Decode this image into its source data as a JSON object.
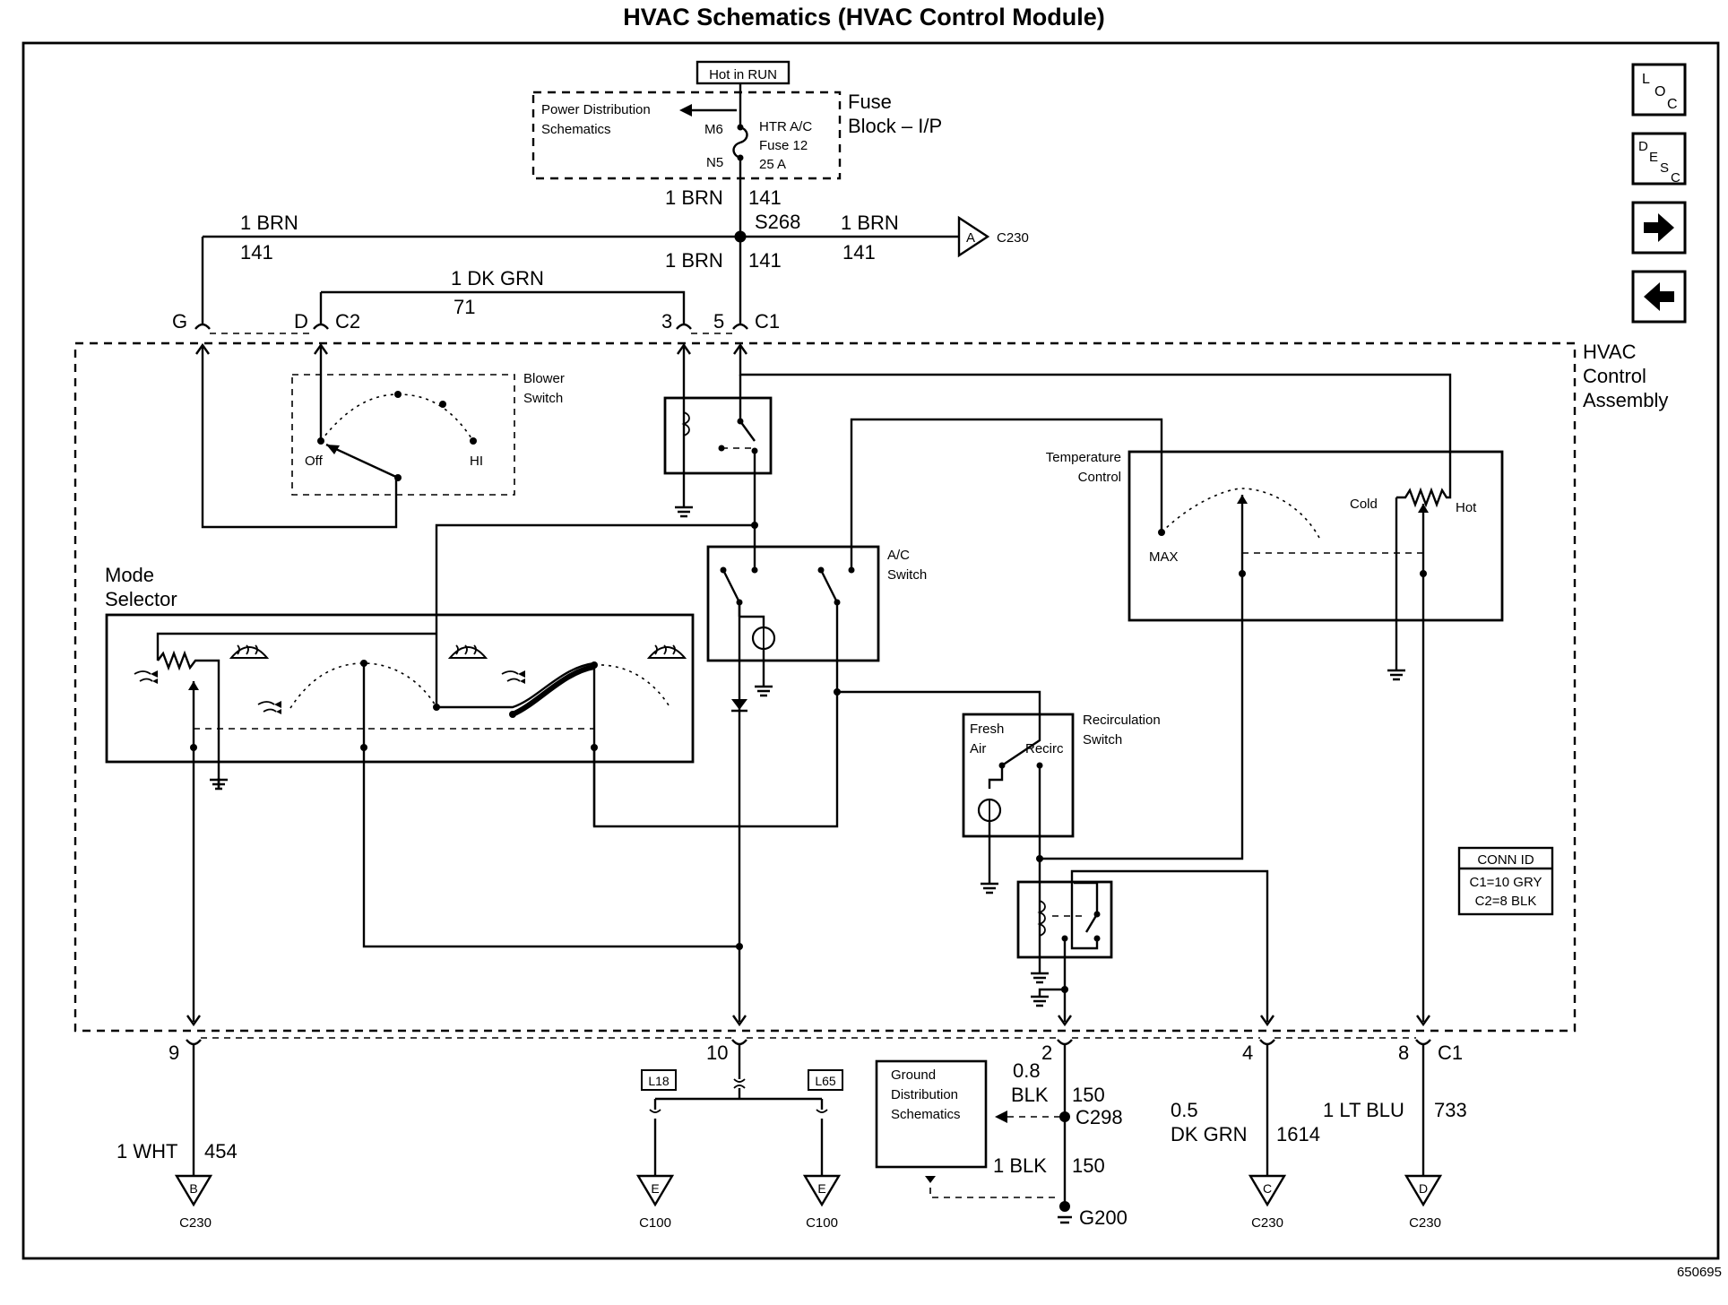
{
  "title": "HVAC Schematics (HVAC Control Module)",
  "figure_id": "650695",
  "nav": {
    "loc_label": [
      "L",
      "O",
      "C"
    ],
    "desc_label": [
      "D",
      "E",
      "S",
      "C"
    ],
    "next_symbol": "➔",
    "prev_symbol": "⬅"
  },
  "top": {
    "hot_in_run": "Hot in RUN",
    "power_distribution": [
      "Power Distribution",
      "Schematics"
    ],
    "fuse_pins": [
      "M6",
      "N5"
    ],
    "fuse_label": [
      "HTR A/C",
      "Fuse 12",
      "25 A"
    ],
    "fuse_block": [
      "Fuse",
      "Block – I/P"
    ],
    "splice": "S268",
    "wires": {
      "fuse_out": [
        "1 BRN",
        "141"
      ],
      "left": [
        "1 BRN",
        "141"
      ],
      "right": [
        "1 BRN",
        "141"
      ],
      "down": [
        "1 BRN",
        "141"
      ],
      "dk_grn": [
        "1 DK GRN",
        "71"
      ]
    },
    "right_connector": {
      "letter": "A",
      "ref": "C230"
    }
  },
  "assembly": {
    "name": [
      "HVAC",
      "Control",
      "Assembly"
    ],
    "top_pins": [
      "G",
      "D",
      "C2",
      "3",
      "5",
      "C1"
    ],
    "blower_switch": {
      "label": [
        "Blower",
        "Switch"
      ],
      "off": "Off",
      "hi": "HI"
    },
    "mode_selector": [
      "Mode",
      "Selector"
    ],
    "ac_switch": [
      "A/C",
      "Switch"
    ],
    "temperature_control": {
      "label": [
        "Temperature",
        "Control"
      ],
      "max": "MAX",
      "cold": "Cold",
      "hot": "Hot"
    },
    "recirc_switch": {
      "label": [
        "Recirculation",
        "Switch"
      ],
      "fresh": [
        "Fresh",
        "Air"
      ],
      "recirc": "Recirc"
    },
    "conn_id": {
      "title": "CONN ID",
      "rows": [
        "C1=10 GRY",
        "C2=8 BLK"
      ]
    }
  },
  "bottom": {
    "pins": [
      "9",
      "10",
      "2",
      "4",
      "8",
      "C1"
    ],
    "options": [
      "L18",
      "L65"
    ],
    "ground_distribution": [
      "Ground",
      "Distribution",
      "Schematics"
    ],
    "splice": "C298",
    "ground": "G200",
    "wires": {
      "white": [
        "1 WHT",
        "454"
      ],
      "blk_upper": [
        "0.8",
        "BLK",
        "150"
      ],
      "blk_lower": [
        "1 BLK",
        "150"
      ],
      "dk_grn": [
        "0.5",
        "DK GRN",
        "1614"
      ],
      "lt_blu": [
        "1 LT BLU",
        "733"
      ]
    },
    "connectors": [
      {
        "letter": "B",
        "ref": "C230"
      },
      {
        "letter": "E",
        "ref": "C100"
      },
      {
        "letter": "E",
        "ref": "C100"
      },
      {
        "letter": "C",
        "ref": "C230"
      },
      {
        "letter": "D",
        "ref": "C230"
      }
    ]
  }
}
